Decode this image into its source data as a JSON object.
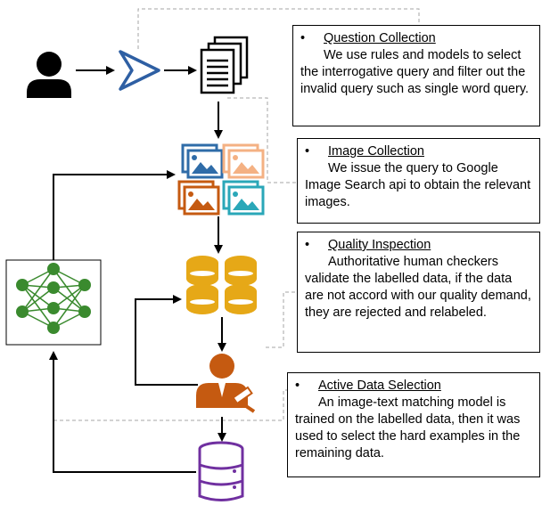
{
  "steps": [
    {
      "title": "Question Collection",
      "description": "We use rules and models to select the interrogative query and filter out the invalid query such as single word query."
    },
    {
      "title": "Image Collection",
      "description": "We issue the query to Google Image Search api to obtain the relevant images."
    },
    {
      "title": "Quality Inspection",
      "description": "Authoritative human checkers validate the labelled data, if the data are not accord with our quality demand, they are rejected and relabeled."
    },
    {
      "title": "Active Data Selection",
      "description": "An image-text matching model is trained on the labelled data, then it was used to select the hard examples in the remaining data."
    }
  ],
  "bullet_glyph": "•",
  "colors": {
    "user": "#000000",
    "filter": "#2e5fa3",
    "image_blue": "#2f6ca8",
    "image_peach": "#f4b183",
    "image_orange": "#c55a11",
    "image_teal": "#2aa7b8",
    "database_gold": "#e6a817",
    "checker_orange": "#c55a11",
    "storage_purple": "#7030a0",
    "network_green": "#3a8a2e",
    "dashed_line": "#a6a6a6"
  }
}
